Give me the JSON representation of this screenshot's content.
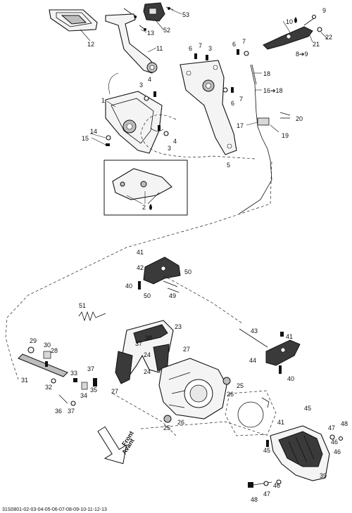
{
  "diagram": {
    "footer_code": "31S0801-02-03-04-05-06-07-08-09-10-11-12-13",
    "front_label": "Front",
    "front_label_fr": "Avant",
    "callouts": [
      {
        "id": "c53",
        "text": "53"
      },
      {
        "id": "c13",
        "text": "13"
      },
      {
        "id": "c52",
        "text": "52"
      },
      {
        "id": "c12",
        "text": "12"
      },
      {
        "id": "c11",
        "text": "11"
      },
      {
        "id": "c9",
        "text": "9"
      },
      {
        "id": "c10",
        "text": "10"
      },
      {
        "id": "c21",
        "text": "21"
      },
      {
        "id": "c22",
        "text": "22"
      },
      {
        "id": "c8to9",
        "text": "8➔9"
      },
      {
        "id": "c6a",
        "text": "6"
      },
      {
        "id": "c7a",
        "text": "7"
      },
      {
        "id": "c3a",
        "text": "3"
      },
      {
        "id": "c6b",
        "text": "6"
      },
      {
        "id": "c7b",
        "text": "7"
      },
      {
        "id": "c18",
        "text": "18"
      },
      {
        "id": "c16to18",
        "text": "16➔18"
      },
      {
        "id": "c6c",
        "text": "6"
      },
      {
        "id": "c7c",
        "text": "7"
      },
      {
        "id": "c3b",
        "text": "3"
      },
      {
        "id": "c4a",
        "text": "4"
      },
      {
        "id": "c1",
        "text": "1"
      },
      {
        "id": "c17",
        "text": "17"
      },
      {
        "id": "c20",
        "text": "20"
      },
      {
        "id": "c19",
        "text": "19"
      },
      {
        "id": "c14",
        "text": "14"
      },
      {
        "id": "c15",
        "text": "15"
      },
      {
        "id": "c4b",
        "text": "4"
      },
      {
        "id": "c3c",
        "text": "3"
      },
      {
        "id": "c5",
        "text": "5"
      },
      {
        "id": "c2",
        "text": "2"
      },
      {
        "id": "c41a",
        "text": "41"
      },
      {
        "id": "c42",
        "text": "42"
      },
      {
        "id": "c50a",
        "text": "50"
      },
      {
        "id": "c40a",
        "text": "40"
      },
      {
        "id": "c50b",
        "text": "50"
      },
      {
        "id": "c49",
        "text": "49"
      },
      {
        "id": "c51",
        "text": "51"
      },
      {
        "id": "c23",
        "text": "23"
      },
      {
        "id": "c43",
        "text": "43"
      },
      {
        "id": "c41b",
        "text": "41"
      },
      {
        "id": "c29",
        "text": "29"
      },
      {
        "id": "c30",
        "text": "30"
      },
      {
        "id": "c28",
        "text": "28"
      },
      {
        "id": "c37a",
        "text": "37"
      },
      {
        "id": "c38",
        "text": "38"
      },
      {
        "id": "c27a",
        "text": "27"
      },
      {
        "id": "c24a",
        "text": "24"
      },
      {
        "id": "c44",
        "text": "44"
      },
      {
        "id": "c40b",
        "text": "40"
      },
      {
        "id": "c31",
        "text": "31"
      },
      {
        "id": "c33",
        "text": "33"
      },
      {
        "id": "c37b",
        "text": "37"
      },
      {
        "id": "c24b",
        "text": "24"
      },
      {
        "id": "c25a",
        "text": "25"
      },
      {
        "id": "c32",
        "text": "32"
      },
      {
        "id": "c35",
        "text": "35"
      },
      {
        "id": "c27b",
        "text": "27"
      },
      {
        "id": "c26a",
        "text": "26"
      },
      {
        "id": "c34",
        "text": "34"
      },
      {
        "id": "c36",
        "text": "36"
      },
      {
        "id": "c37c",
        "text": "37"
      },
      {
        "id": "c45a",
        "text": "45"
      },
      {
        "id": "c25b",
        "text": "25"
      },
      {
        "id": "c26b",
        "text": "26"
      },
      {
        "id": "c41c",
        "text": "41"
      },
      {
        "id": "c45b",
        "text": "45"
      },
      {
        "id": "c47a",
        "text": "47"
      },
      {
        "id": "c46a",
        "text": "46"
      },
      {
        "id": "c48a",
        "text": "48"
      },
      {
        "id": "c46b",
        "text": "46"
      },
      {
        "id": "c39",
        "text": "39"
      },
      {
        "id": "c46c",
        "text": "46"
      },
      {
        "id": "c47b",
        "text": "47"
      },
      {
        "id": "c48b",
        "text": "48"
      }
    ]
  }
}
